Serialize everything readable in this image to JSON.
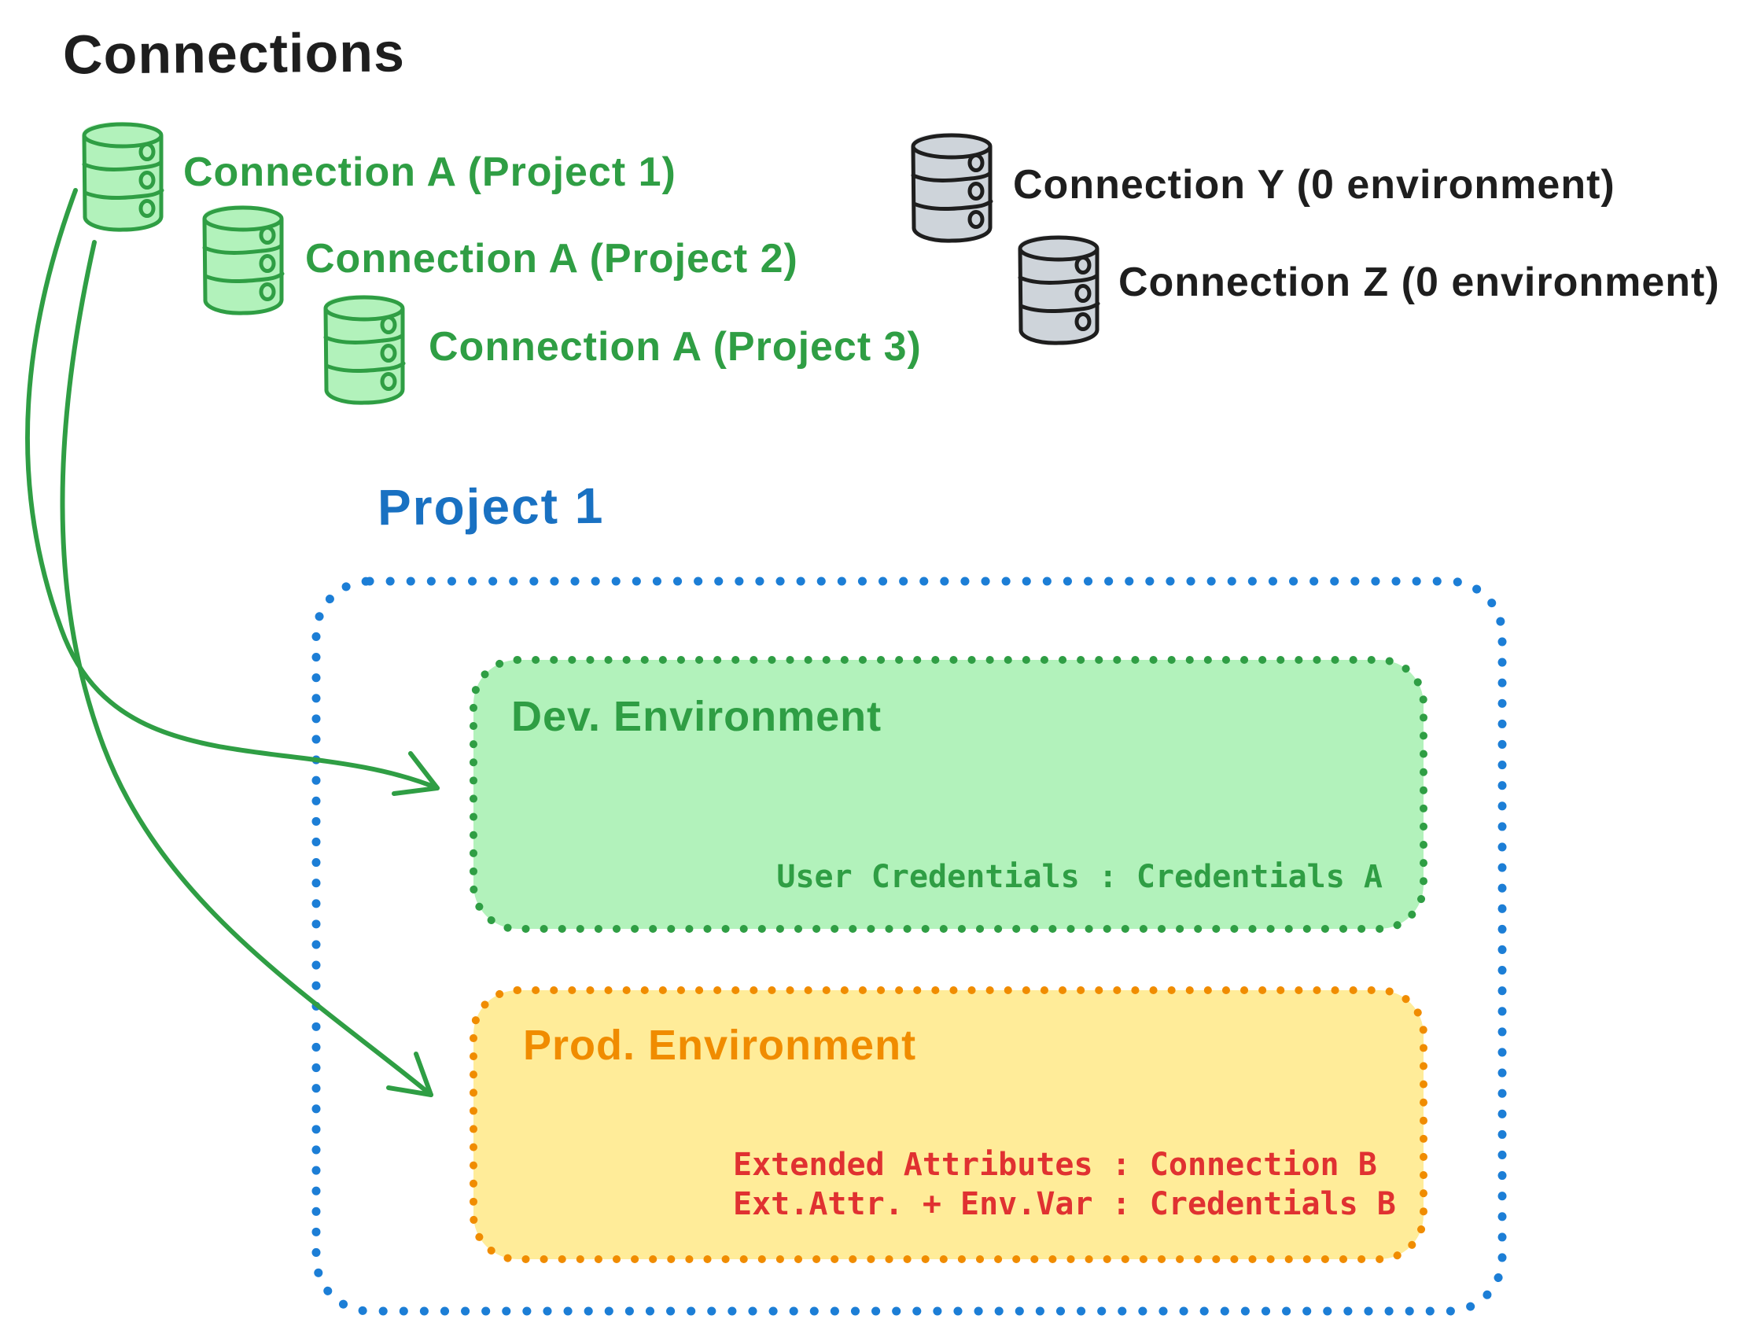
{
  "page": {
    "title": "Connections"
  },
  "connections": {
    "project_connections": [
      {
        "label": "Connection A (Project 1)"
      },
      {
        "label": "Connection A (Project 2)"
      },
      {
        "label": "Connection A (Project 3)"
      }
    ],
    "unassigned_connections": [
      {
        "label": "Connection Y (0 environment)"
      },
      {
        "label": "Connection Z (0 environment)"
      }
    ]
  },
  "project": {
    "title": "Project 1",
    "dev_environment": {
      "title": "Dev. Environment",
      "mapping": "User Credentials : Credentials A"
    },
    "prod_environment": {
      "title": "Prod. Environment",
      "mappings": [
        "Extended Attributes : Connection B",
        "Ext.Attr. + Env.Var : Credentials B"
      ]
    }
  },
  "icons": {
    "green_database": "database-icon",
    "gray_database": "database-icon",
    "arrow": "curved-arrow"
  },
  "colors": {
    "ink": "#1e1e1e",
    "green": "#2f9e44",
    "green_fill": "#b2f2bb",
    "gray_fill": "#ced4da",
    "blue": "#1c7ed6",
    "blue_text": "#1971c2",
    "orange": "#f08c00",
    "yellow_fill": "#ffec99",
    "red": "#e03131"
  }
}
